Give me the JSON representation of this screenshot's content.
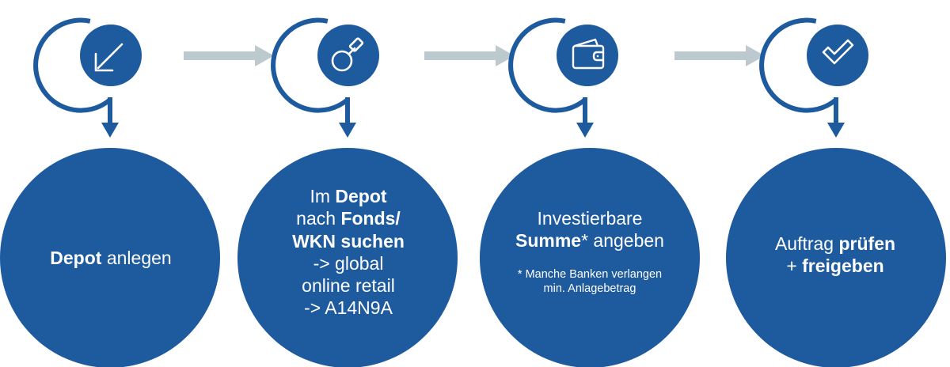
{
  "colors": {
    "primary": "#1d5a9e",
    "connector_arrow": "#bcc9cf",
    "icon_stroke": "#ffffff"
  },
  "steps": [
    {
      "icon": "arrow-down-left-icon",
      "text_bold_1": "Depot",
      "text_regular_1": " anlegen"
    },
    {
      "icon": "magnifier-icon",
      "line1_regular": "Im ",
      "line1_bold": "Depot",
      "line2_regular": "nach ",
      "line2_bold": "Fonds/",
      "line3_bold": "WKN suchen",
      "line4": "-> global",
      "line5": "online retail",
      "line6": "-> A14N9A"
    },
    {
      "icon": "wallet-icon",
      "line1": "Investierbare",
      "line2_bold": "Summe",
      "line2_regular": "* angeben",
      "note_line1": "* Manche Banken verlangen",
      "note_line2": "min. Anlagebetrag"
    },
    {
      "icon": "checkmark-icon",
      "line1_regular": "Auftrag ",
      "line1_bold": "prüfen",
      "line2_regular": "+ ",
      "line2_bold": "freigeben"
    }
  ]
}
